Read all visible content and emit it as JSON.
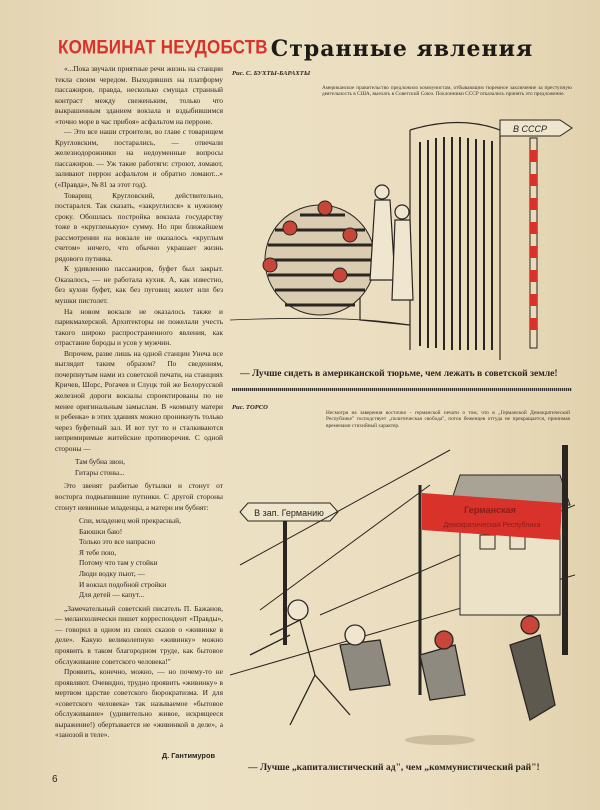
{
  "page_number": "6",
  "feature": {
    "rubric": "КОМБИНАТ НЕУДОБСТВ",
    "paragraphs_a": [
      "«...Пока звучали приятные речи жизнь на станции текла своим чередом. Выходивших на платформу пассажиров, правда, несколько смущал странный контраст между свеженьким, только что выкрашенным зданием вокзала и вздыбившимся «точно море в час прибоя» асфальтом на перроне.",
      "— Это все наши строители, во главе с товарищем Кругловским, постарались, — отвечали железнодорожники на недоуменные вопросы пассажиров. — Уж такие работяги: строют, ломают, заливают перрон асфальтом и обратно ломают...» («Правда», № 81 за этот год).",
      "Товарищ Кругловский, действительно, постарался. Так сказать, «закруглился» к нужному сроку. Обошлась постройка вокзала государству тоже в «кругленькую» сумму. Но при ближайшем рассмотрении на вокзале не оказалось «круглым счетом» ничего, что обычно украшает жизнь рядового путника.",
      "К удивлению пассажиров, буфет был закрыт. Оказалось, — не работала кухня. А, как известно, без кухни буфет, как без пуговиц жилет или без мушки пистолет.",
      "На новом вокзале не оказалось также и парикмахерской. Архитекторы не пожелали учесть такого широко распространенного явления, как отрастание бороды и усов у мужчин.",
      "Впрочем, разве лишь на одной станции Унеча все выглядит таким образом? По сведениям, почерпнутым нами из советской печати, на станциях Кричев, Шорс, Рогачев и Слуцк той же Белорусской железной дороги вокзалы спроектированы по не менее оригинальным замыслам. В «комнату матери и ребенка» в этих зданиях можно проникнуть только через буфетный зал. И вот тут то и сталкиваются непримиримые житейские противоречия. С одной стороны —"
    ],
    "verse_a": [
      "Там бубна звон,",
      "Гитары стоны..."
    ],
    "paragraph_b": "Это звенят разбитые бутылки и стонут от восторга подвыпившие путники. С другой стороны стонут невинные младенцы, а матери им бубнят:",
    "verse_b": [
      "Спи, младенец мой прекрасный,",
      "Баюшки баю!",
      "Только это все напрасно",
      "Я тебе пою,",
      "Потому что там у стойки",
      "Люди водку пьют, —",
      "И вокзал подобной стройки",
      "Для детей — капут..."
    ],
    "paragraphs_c": [
      "„Замечательный советский писатель П. Бажанов, — меланхолически пишет корреспондент «Правды», — говорил в одном из своих сказов о «живинке в деле». Какую великолепную «живинку» можно проявить в таком благородном труде, как бытовое обслуживание советского человека!\"",
      "Проявить, конечно, можно, — но почему-то не проявляют. Очевидно, трудно проявить «живинку» в мертвом царстве советского бюрократизма. И для «советского человека» так называемое «бытовое обслуживание» (удивительно живое, искрящееся выражение!) обертывается не «живинкой в деле», а «занозой в теле»."
    ],
    "author": "Д. Гантимуров"
  },
  "section": {
    "title": "Странные явления",
    "cartoon1": {
      "credit": "Рис. С. БУХТЫ-БАРАХТЫ",
      "blurb": "Американское правительство предложило коммунистам, отбывающим тюремное заключение за преступную деятельность в США, выехать в Советский Союз. Поклонники СССР отказались принять это предложение.",
      "sign": "В СССР",
      "caption": "— Лучше сидеть в американской тюрьме, чем лежать в советской земле!"
    },
    "cartoon2": {
      "credit": "Рис. ТОРСО",
      "blurb": "Несмотря на заверения восточно - германской печати о том, что в „Германской Демократической Республике\" господствует „политическая свобода\", поток беженцев оттуда не прекращается, принимая временами стихийный характер.",
      "sign": "В зап. Германию",
      "banner": [
        "Германская",
        "Демократическая Республика"
      ],
      "caption": "— Лучше „капиталистический ад\", чем „коммунистический рай\"!"
    }
  },
  "colors": {
    "accent_red": "#d8322b",
    "paper": "#e9dcbd",
    "ink": "#2a2520"
  }
}
